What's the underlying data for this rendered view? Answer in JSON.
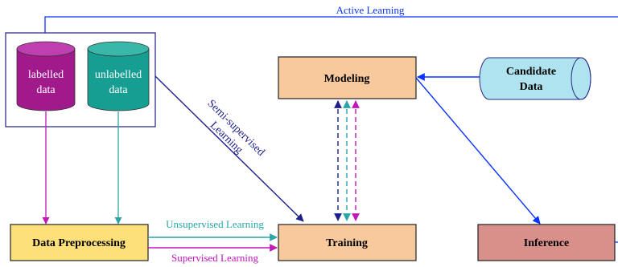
{
  "colors": {
    "navy": "#1f1f8a",
    "blue": "#0b33ff",
    "magenta": "#c018b9",
    "teal": "#2aa6a6",
    "labelled_fill": "#a01a8c",
    "unlabelled_fill": "#179e92",
    "modeling_fill": "#f8c99c",
    "training_fill": "#f8c99c",
    "preprocessing_fill": "#fde07a",
    "inference_fill": "#d98f8a",
    "candidate_fill": "#aee3ef"
  },
  "labels": {
    "active_learning": "Active Learning",
    "labelled_line1": "labelled",
    "labelled_line2": "data",
    "unlabelled_line1": "unlabelled",
    "unlabelled_line2": "data",
    "modeling": "Modeling",
    "candidate_line1": "Candidate",
    "candidate_line2": "Data",
    "semi_line1": "Semi-supervised",
    "semi_line2": "Learning",
    "unsupervised": "Unsupervised Learning",
    "supervised": "Supervised Learning",
    "preprocessing": "Data Preprocessing",
    "training": "Training",
    "inference": "Inference"
  }
}
